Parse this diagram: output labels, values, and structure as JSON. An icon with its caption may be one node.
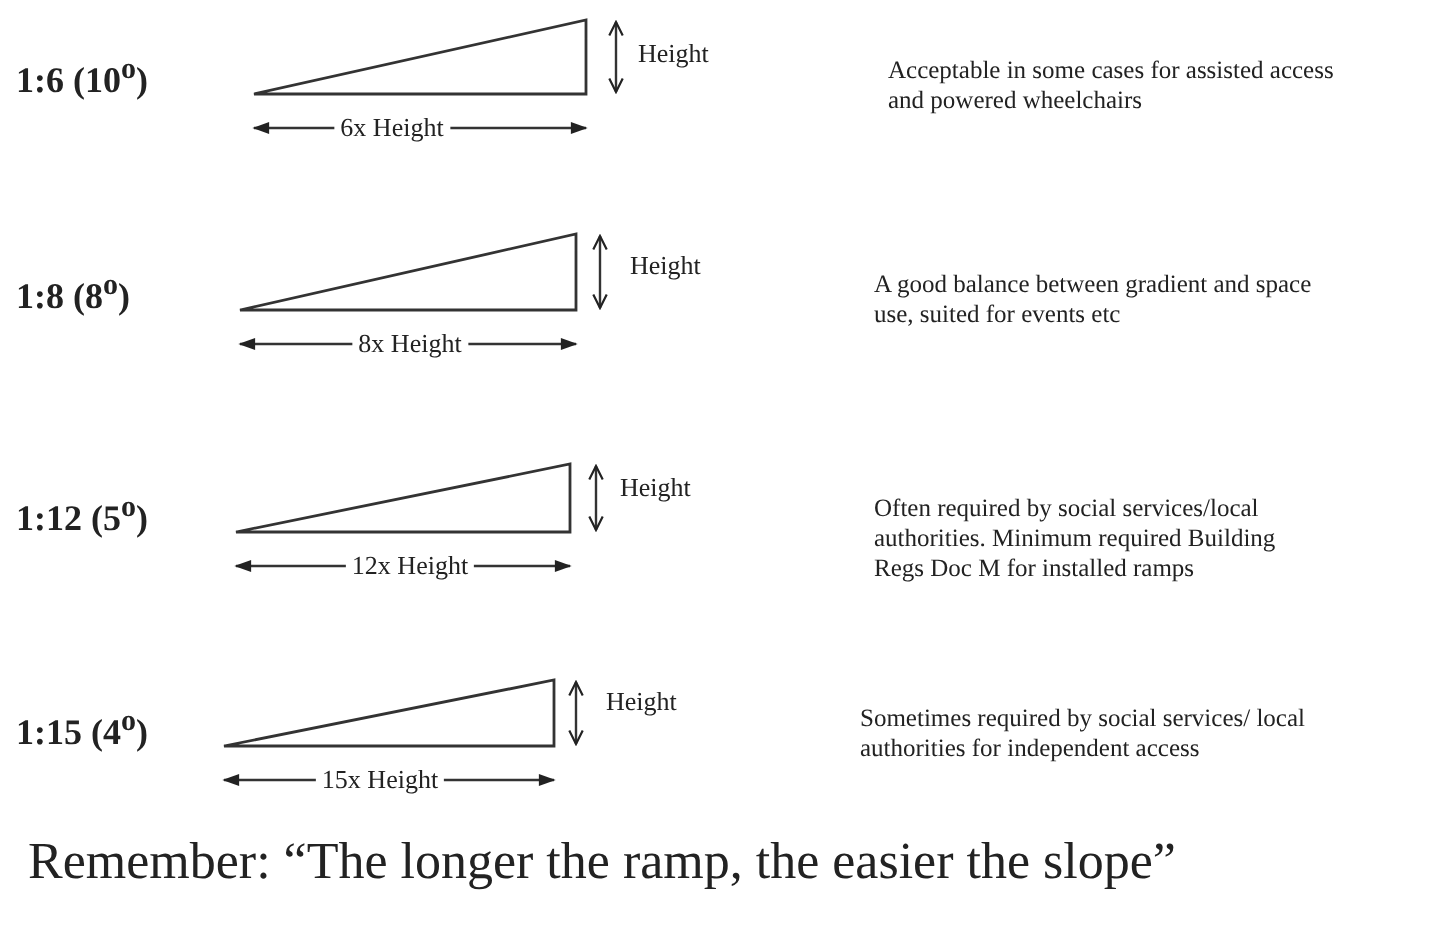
{
  "diagram": {
    "caption": "Remember: “The longer the ramp, the easier the slope”",
    "labels": [
      "1:6 (10$^{o}$)",
      "Height",
      "Acceptable in some cases for assisted access and powered wheelchairs",
      "6x Height",
      "1:8 (8$^{o}$)",
      "Height",
      "A good balance between gradient and space use, suited for events etc",
      "8x Height",
      "1:12 (5$^{o}$)",
      "Height",
      "Often required by social services/local authorities. Minimum required Building Regs Doc M for installed ramps",
      "12x Height",
      "1:15 (4$^{o}$)",
      "Height",
      "Sometimes required by social services/ local authorities for independent access",
      "15x Height"
    ]
  }
}
